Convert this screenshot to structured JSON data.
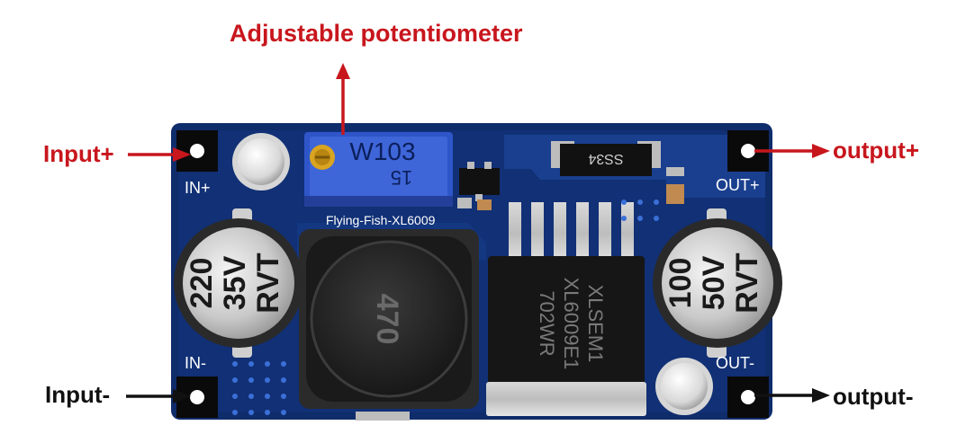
{
  "callouts": {
    "potentiometer": "Adjustable potentiometer",
    "input_plus": "Input+",
    "input_minus": "Input-",
    "output_plus": "output+",
    "output_minus": "output-"
  },
  "board": {
    "silk_in_plus": "IN+",
    "silk_in_minus": "IN-",
    "silk_out_plus": "OUT+",
    "silk_out_minus": "OUT-",
    "brand": "Flying-Fish-XL6009"
  },
  "components": {
    "potentiometer_code": "W103",
    "potentiometer_sub": "15",
    "input_cap": [
      "220",
      "35V",
      "RVT"
    ],
    "output_cap": [
      "100",
      "50V",
      "RVT"
    ],
    "inductor": "470",
    "diode": "SS34",
    "ic_lines": [
      "XLSEM1",
      "XL6009E1",
      "702WR"
    ]
  },
  "colors": {
    "callout_red": "#c8161d",
    "pcb_blue": "#0f2c6b",
    "pot_blue": "#2f56c9"
  }
}
